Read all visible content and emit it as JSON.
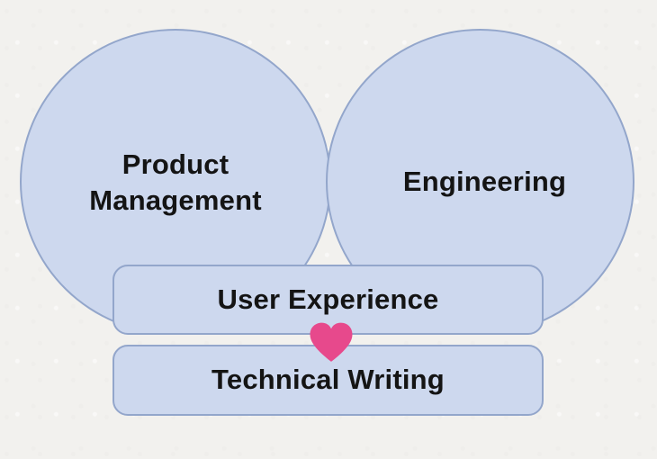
{
  "diagram": {
    "type": "venn-overlap",
    "circles": [
      {
        "label": "Product Management"
      },
      {
        "label": "Engineering"
      }
    ],
    "bars": [
      {
        "label": "User Experience"
      },
      {
        "label": "Technical Writing"
      }
    ],
    "icons": {
      "heart": "heart-icon"
    },
    "colors": {
      "background": "#f2f1ee",
      "shape_fill": "#cdd8ee",
      "shape_border": "#93a6cb",
      "text": "#141414",
      "heart": "#e7498c"
    }
  }
}
